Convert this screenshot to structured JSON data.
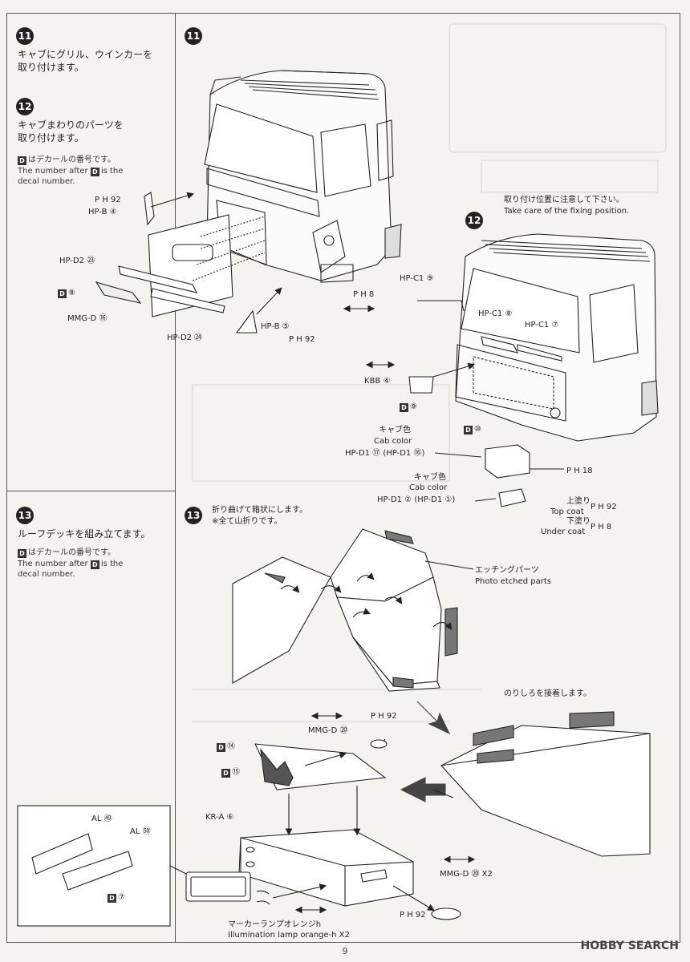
{
  "step11": {
    "num": "11",
    "text_line1": "キャブにグリル、ウインカーを",
    "text_line2": "取り付けます。"
  },
  "step12": {
    "num": "12",
    "text_line1": "キャブまわりのパーツを",
    "text_line2": "取り付けます。",
    "decal_line1": "はデカールの番号です。",
    "decal_line2": "The number after",
    "decal_line2b": "is the",
    "decal_line3": "decal number."
  },
  "step13": {
    "num": "13",
    "text_line1": "ルーフデッキを組み立てます。",
    "decal_line1": "はデカールの番号です。",
    "decal_line2": "The number after",
    "decal_line2b": "is the",
    "decal_line3": "decal number."
  },
  "decal_letter": "D",
  "parts_left": {
    "ph92_a": "P H 92",
    "hp_b4": "HP-B ④",
    "hp_d2_23": "HP-D2 ㉓",
    "d8": "⑧",
    "mmg_d16": "MMG-D ⑯",
    "hp_d2_24": "HP-D2 ㉔",
    "hp_b5": "HP-B ⑤",
    "ph92_b": "P H 92",
    "ph8": "P H 8"
  },
  "step12_diagram": {
    "num": "12",
    "note_jp": "取り付け位置に注意して下さい。",
    "note_en": "Take care of the fixing position.",
    "hp_c1_9": "HP-C1 ⑨",
    "hp_c1_8": "HP-C1 ⑧",
    "hp_c1_7": "HP-C1 ⑦",
    "kbb4": "KBB ④",
    "d9": "⑨",
    "d10": "⑩",
    "cab_color_jp_a": "キャブ色",
    "cab_color_en_a": "Cab color",
    "hp_d1_17": "HP-D1 ⑰ (HP-D1 ⑯)",
    "ph18": "P H 18",
    "cab_color_jp_b": "キャブ色",
    "cab_color_en_b": "Cab color",
    "hp_d1_2": "HP-D1 ② (HP-D1 ①)",
    "top_coat_jp": "上塗り",
    "top_coat_en": "Top coat",
    "top_coat_val": "P H 92",
    "under_coat_jp": "下塗り",
    "under_coat_en": "Under coat",
    "under_coat_val": "P H 8"
  },
  "step13_diagram": {
    "num": "13",
    "fold_jp": "折り曲げて箱状にします。",
    "fold_note": "※全て山折りです。",
    "etch_jp": "エッチングパーツ",
    "etch_en": "Photo etched parts",
    "glue_jp": "のりしろを接着します。",
    "mmg_d20_a": "MMG-D ⑳",
    "ph92_c": "P H 92",
    "d14": "⑭",
    "d15": "⑮",
    "kr_a6": "KR-A ⑥",
    "al52": "AL ㊾",
    "al51": "AL ㊿",
    "d7": "⑦",
    "mmg_d20_b": "MMG-D ⑳ X2",
    "ph92_d": "P H 92",
    "marker_jp": "マーカーランプオレンジh",
    "marker_en": "Illumination lamp orange-h X2"
  },
  "page_number": "9",
  "watermark": "HOBBY SEARCH"
}
